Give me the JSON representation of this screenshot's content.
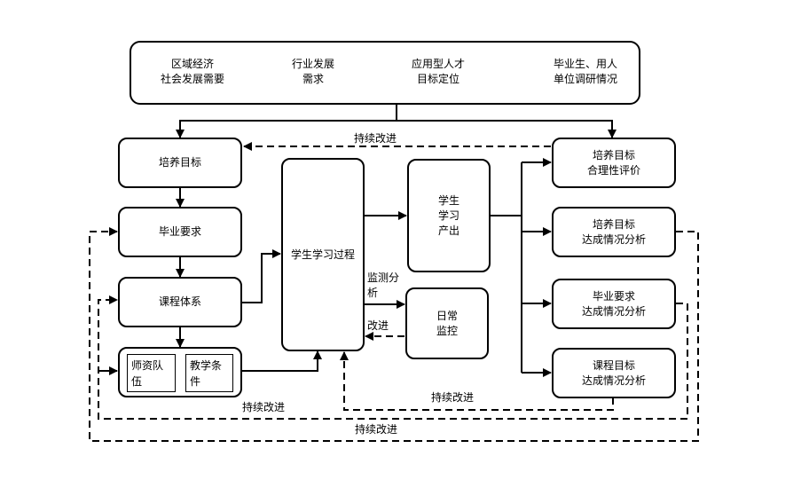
{
  "top_box": {
    "items": [
      {
        "line1": "区域经济",
        "line2": "社会发展需要"
      },
      {
        "line1": "行业发展",
        "line2": "需求"
      },
      {
        "line1": "应用型人才",
        "line2": "目标定位"
      },
      {
        "line1": "毕业生、用人",
        "line2": "单位调研情况"
      }
    ]
  },
  "left_column": {
    "training_goal": "培养目标",
    "graduation_req": "毕业要求",
    "curriculum": "课程体系",
    "faculty": "师资队\n伍",
    "teaching_cond": "教学条\n件"
  },
  "center": {
    "learning_process": "学生学习过程",
    "learning_output": "学生\n学习\n产出",
    "daily_monitor": "日常\n监控",
    "monitor_analysis": "监测分\n析",
    "improve": "改进"
  },
  "right_column": {
    "eval1": "培养目标\n合理性评价",
    "eval2": "培养目标\n达成情况分析",
    "eval3": "毕业要求\n达成情况分析",
    "eval4": "课程目标\n达成情况分析"
  },
  "feedback_labels": {
    "top": "持续改进",
    "course_loop": "持续改进",
    "middle_loop": "持续改进",
    "outer_loop": "持续改进"
  }
}
